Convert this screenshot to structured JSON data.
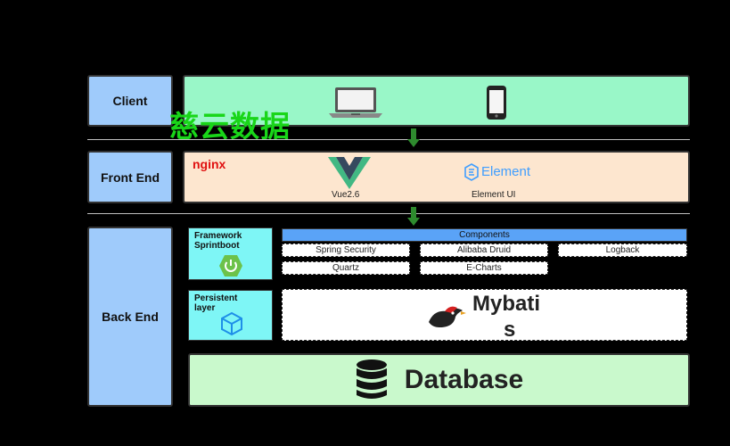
{
  "layers": {
    "client": "Client",
    "front_end": "Front End",
    "back_end": "Back End"
  },
  "watermark": "慈云数据",
  "frontend": {
    "nginx": "nginx",
    "vue_label": "Vue2.6",
    "element_logo": "Element",
    "element_label": "Element UI"
  },
  "backend": {
    "framework_title": "Framework",
    "framework_name": "Sprintboot",
    "persistent_title": "Persistent",
    "persistent_sub": "layer",
    "components_header": "Components",
    "components": [
      "Spring Security",
      "Alibaba Druid",
      "Logback",
      "Quartz",
      "E-Charts"
    ],
    "mybatis_line1": "Mybati",
    "mybatis_line2": "s",
    "database": "Database"
  },
  "colors": {
    "background": "#000000",
    "label_box": "#9fcbfb",
    "client_panel": "#99f7c8",
    "frontend_panel": "#fde6cf",
    "cyan_box": "#7ef6f6",
    "components_header": "#5aa3f7",
    "database_panel": "#c9f9cc",
    "arrow": "#2e8b2e",
    "nginx": "#e01010",
    "watermark": "#19d619"
  }
}
